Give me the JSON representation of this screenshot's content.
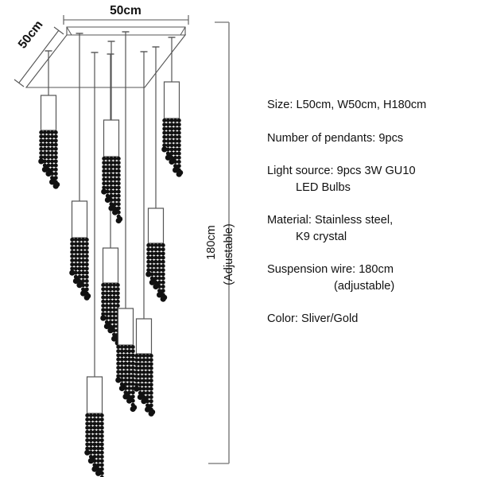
{
  "product": {
    "type": "pendant-lamp-technical-drawing",
    "view": "elevation-with-perspective-canopy"
  },
  "dimensions": {
    "width_label": "50cm",
    "depth_label": "50cm",
    "height_label": "180cm",
    "height_note": "(Adjustable)"
  },
  "specs": [
    {
      "id": "size",
      "lines": [
        {
          "text": "Size: L50cm, W50cm, H180cm",
          "indent": 0
        }
      ]
    },
    {
      "id": "pendant-count",
      "lines": [
        {
          "text": "Number of pendants: 9pcs",
          "indent": 0
        }
      ]
    },
    {
      "id": "light-source",
      "lines": [
        {
          "text": "Light source: 9pcs 3W GU10",
          "indent": 0
        },
        {
          "text": "LED Bulbs",
          "indent": 2
        }
      ]
    },
    {
      "id": "material",
      "lines": [
        {
          "text": "Material: Stainless steel,",
          "indent": 0
        },
        {
          "text": "K9 crystal",
          "indent": 2
        }
      ]
    },
    {
      "id": "suspension-wire",
      "lines": [
        {
          "text": "Suspension wire: 180cm",
          "indent": 0
        },
        {
          "text": "(adjustable)",
          "indent": 3
        }
      ]
    },
    {
      "id": "color",
      "lines": [
        {
          "text": "Color: Sliver/Gold",
          "indent": 0
        }
      ]
    }
  ],
  "colors": {
    "line": "#555555",
    "crystal": "#111111",
    "text": "#111111",
    "background": "#ffffff"
  },
  "pendants": {
    "count": 9,
    "note": "9 cylindrical shades with K9 crystal bead strands at staggered drop heights"
  }
}
